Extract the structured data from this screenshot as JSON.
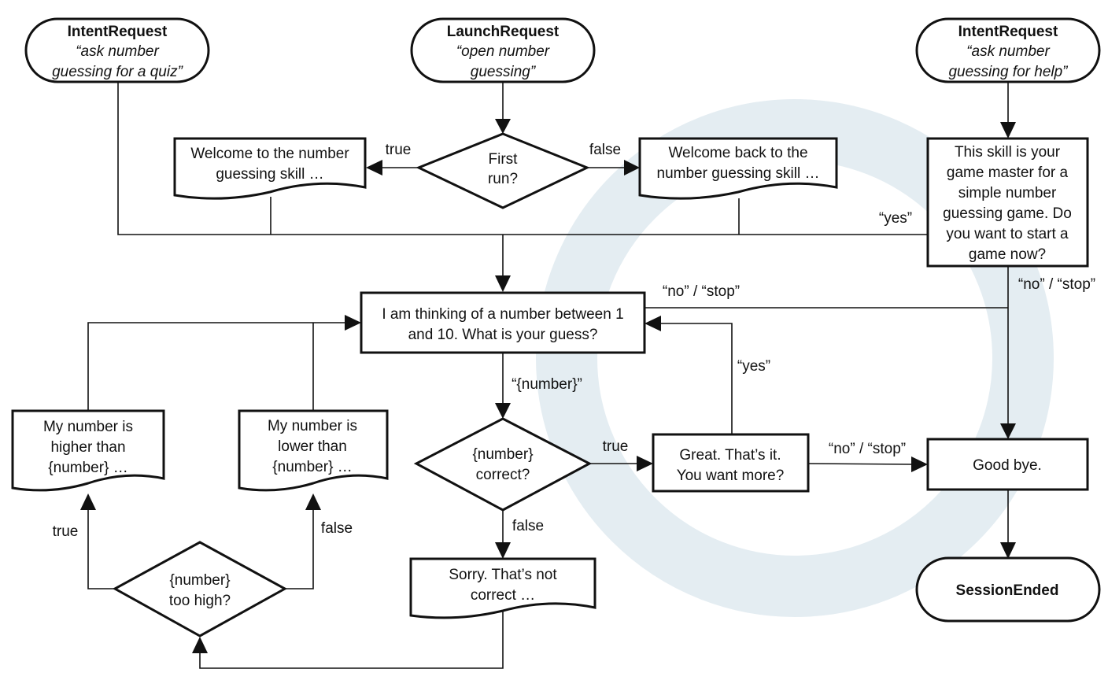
{
  "watermark_color": "#e4edf2",
  "nodes": {
    "intent_quiz": {
      "title": "IntentRequest",
      "lines": [
        "“ask number",
        "guessing for a quiz”"
      ]
    },
    "launch": {
      "title": "LaunchRequest",
      "lines": [
        "“open number",
        "guessing”"
      ]
    },
    "intent_help": {
      "title": "IntentRequest",
      "lines": [
        "“ask number",
        "guessing for help”"
      ]
    },
    "first_run": {
      "lines": [
        "First",
        "run?"
      ]
    },
    "welcome": {
      "lines": [
        "Welcome to the number",
        "guessing skill …"
      ]
    },
    "welcome_back": {
      "lines": [
        "Welcome back to the",
        "number guessing skill …"
      ]
    },
    "help": {
      "lines": [
        "This skill is your",
        "game master for a",
        "simple number",
        "guessing game. Do",
        "you want to start a",
        "game now?"
      ]
    },
    "thinking": {
      "lines": [
        "I am thinking of a number between 1",
        "and 10. What is your guess?"
      ]
    },
    "higher": {
      "lines": [
        "My number is",
        "higher than",
        "{number} …"
      ]
    },
    "lower": {
      "lines": [
        "My number is",
        "lower than",
        "{number} …"
      ]
    },
    "correct": {
      "lines": [
        "{number}",
        "correct?"
      ]
    },
    "great": {
      "lines": [
        "Great. That’s it.",
        "You want more?"
      ]
    },
    "goodbye": {
      "lines": [
        "Good bye."
      ]
    },
    "too_high": {
      "lines": [
        "{number}",
        "too high?"
      ]
    },
    "sorry": {
      "lines": [
        "Sorry. That’s not",
        "correct …"
      ]
    },
    "session_ended": {
      "title": "SessionEnded"
    }
  },
  "edge_labels": {
    "first_run_true": "true",
    "first_run_false": "false",
    "help_yes": "“yes”",
    "help_no_stop": "“no” / “stop”",
    "thinking_no_stop": "“no” / “stop”",
    "number_guess": "“{number}”",
    "great_yes": "“yes”",
    "correct_true": "true",
    "great_no_stop": "“no” / “stop”",
    "correct_false": "false",
    "too_high_true": "true",
    "too_high_false": "false"
  }
}
